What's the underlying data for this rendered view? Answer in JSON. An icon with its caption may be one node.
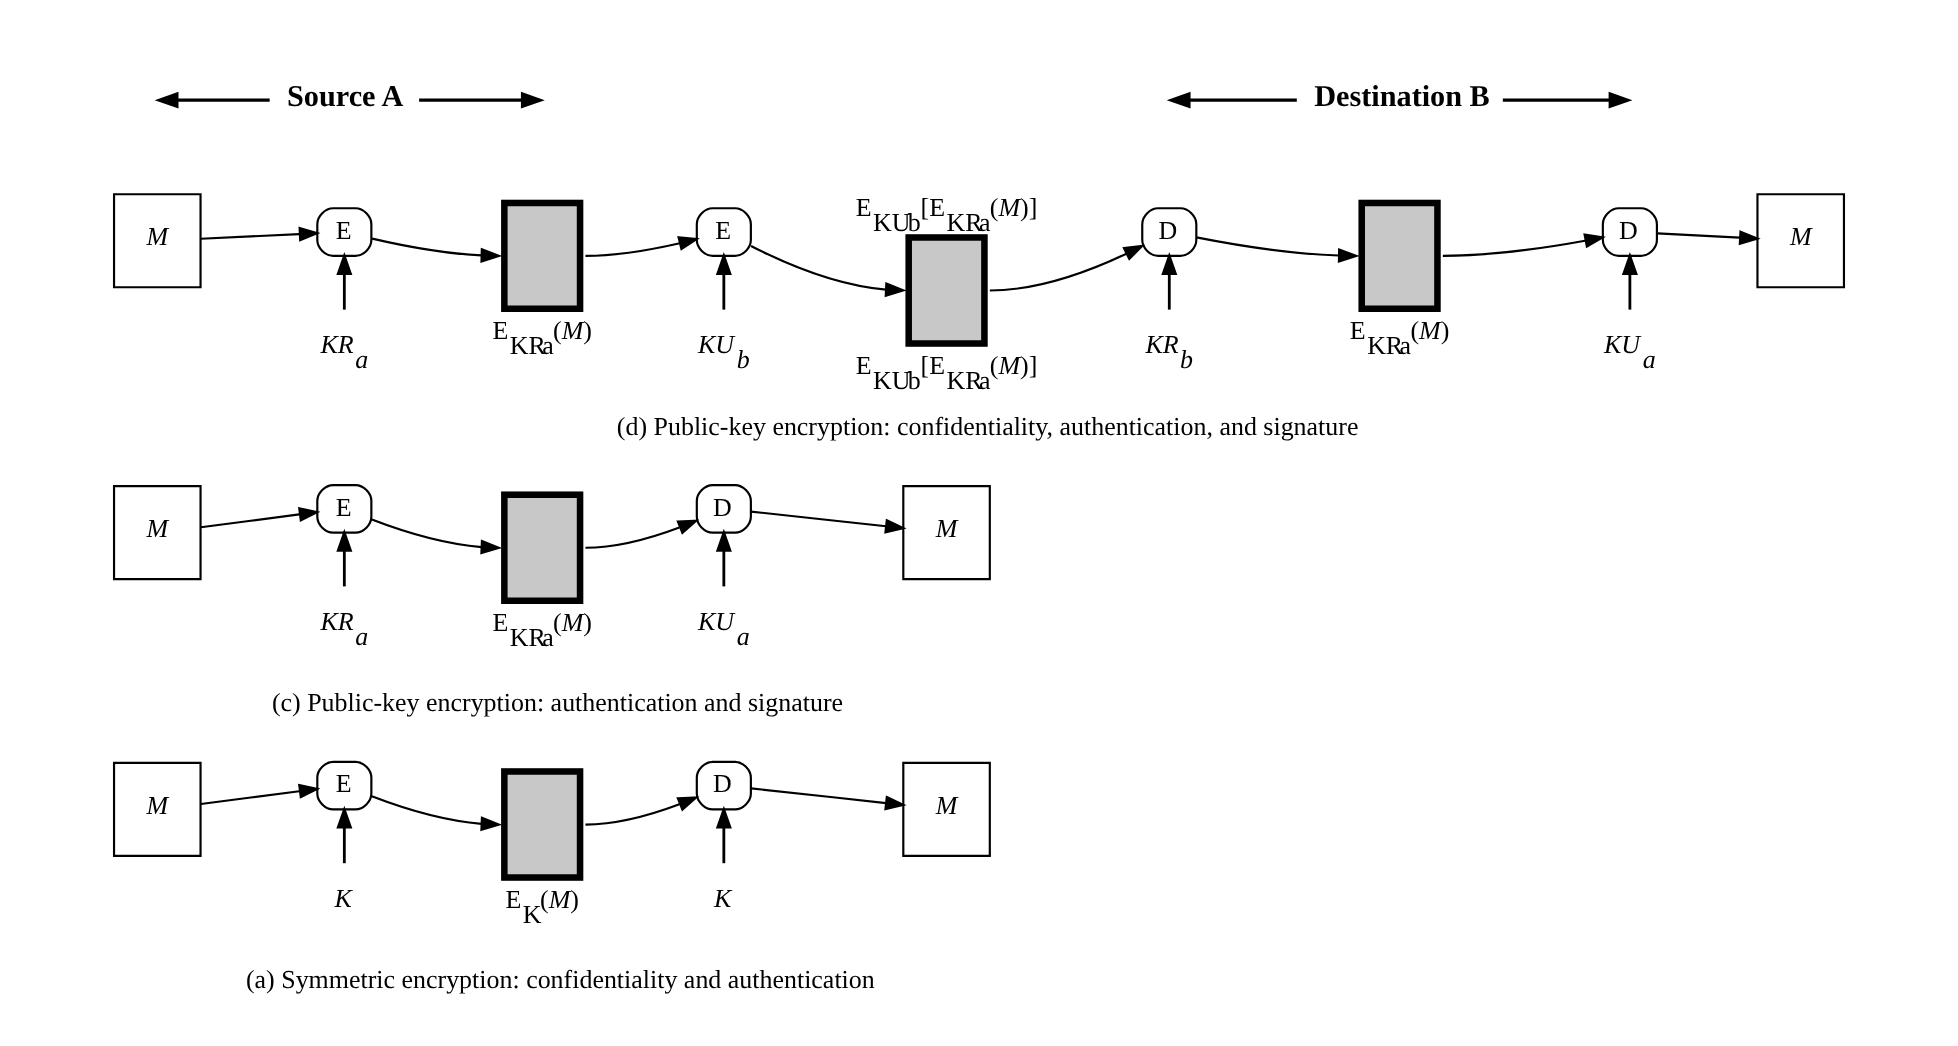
{
  "diagram": {
    "nodes": [
      {
        "text": [
          "M"
        ]
      },
      {
        "text": [
          "E"
        ]
      },
      {
        "text": [
          "K"
        ]
      },
      {
        "text": [],
        "shape": "box",
        "beside": [
          "E$_{K}$(*M*)"
        ]
      },
      {
        "text": [
          "D"
        ]
      },
      {
        "text": [
          "K"
        ]
      },
      {
        "text": [
          "M"
        ]
      },
      {
        "text": [
          "M"
        ]
      },
      {
        "text": [
          "E"
        ]
      },
      {
        "text": [
          "KR$_{a}$"
        ]
      },
      {
        "text": [],
        "shape": "box",
        "beside": [
          "E$_{KR}$$_{a}$(*M*)"
        ]
      },
      {
        "text": [
          "D"
        ]
      },
      {
        "text": [
          "KU$_{a}$"
        ]
      },
      {
        "text": [
          "M"
        ]
      },
      {
        "text": [
          "M"
        ]
      },
      {
        "text": [
          "E"
        ]
      },
      {
        "text": [
          "KR$_{a}$"
        ]
      },
      {
        "text": [],
        "shape": "box",
        "beside": [
          "E$_{KR}$$_{a}$(*M*)"
        ]
      },
      {
        "text": [
          "E"
        ]
      },
      {
        "text": [
          "KU$_{b}$"
        ]
      },
      {
        "text": [],
        "shape": "box",
        "beside": [
          "E$_{KU}$$_{b}$[E$_{KR}$$_{a}$(*M*)]",
          "E$_{KU}$$_{b}$[E$_{KR}$$_{a}$(*M*)]"
        ]
      },
      {
        "text": [
          "D"
        ]
      },
      {
        "text": [
          "KR$_{b}$"
        ]
      },
      {
        "text": [],
        "shape": "box",
        "beside": [
          "E$_{KR}$$_{a}$(*M*)"
        ]
      },
      {
        "text": [
          "D"
        ]
      },
      {
        "text": [
          "KU$_{a}$"
        ]
      },
      {
        "text": [
          "M"
        ]
      }
    ],
    "edges": [
      {
        "from": 0,
        "to": 1,
        "arrow": "to"
      },
      {
        "from": 2,
        "to": 1,
        "arrow": "to"
      },
      {
        "from": 1,
        "to": 3,
        "arrow": "to"
      },
      {
        "from": 3,
        "to": 4,
        "arrow": "to"
      },
      {
        "from": 5,
        "to": 4,
        "arrow": "to"
      },
      {
        "from": 4,
        "to": 6,
        "arrow": "to"
      },
      {
        "from": 7,
        "to": 8,
        "arrow": "to"
      },
      {
        "from": 9,
        "to": 8,
        "arrow": "to"
      },
      {
        "from": 8,
        "to": 10,
        "arrow": "to"
      },
      {
        "from": 10,
        "to": 11,
        "arrow": "to"
      },
      {
        "from": 12,
        "to": 11,
        "arrow": "to"
      },
      {
        "from": 11,
        "to": 13,
        "arrow": "to"
      },
      {
        "from": 14,
        "to": 15,
        "arrow": "to"
      },
      {
        "from": 16,
        "to": 15,
        "arrow": "to"
      },
      {
        "from": 15,
        "to": 17,
        "arrow": "to"
      },
      {
        "from": 17,
        "to": 18,
        "arrow": "to"
      },
      {
        "from": 19,
        "to": 18,
        "arrow": "to"
      },
      {
        "from": 18,
        "to": 20,
        "arrow": "to"
      },
      {
        "from": 20,
        "to": 21,
        "arrow": "to"
      },
      {
        "from": 22,
        "to": 21,
        "arrow": "to"
      },
      {
        "from": 21,
        "to": 23,
        "arrow": "to"
      },
      {
        "from": 23,
        "to": 24,
        "arrow": "to"
      },
      {
        "from": 25,
        "to": 24,
        "arrow": "to"
      },
      {
        "from": 24,
        "to": 26,
        "arrow": "to"
      }
    ],
    "labels": [
      "Source A",
      "Destination B",
      "(a) Symmetric encryption: confidentiality and authentication",
      "(c) Public-key encryption: authentication and signature",
      "(d) Public-key encryption: confidentiality, authentication, and signature"
    ]
  }
}
